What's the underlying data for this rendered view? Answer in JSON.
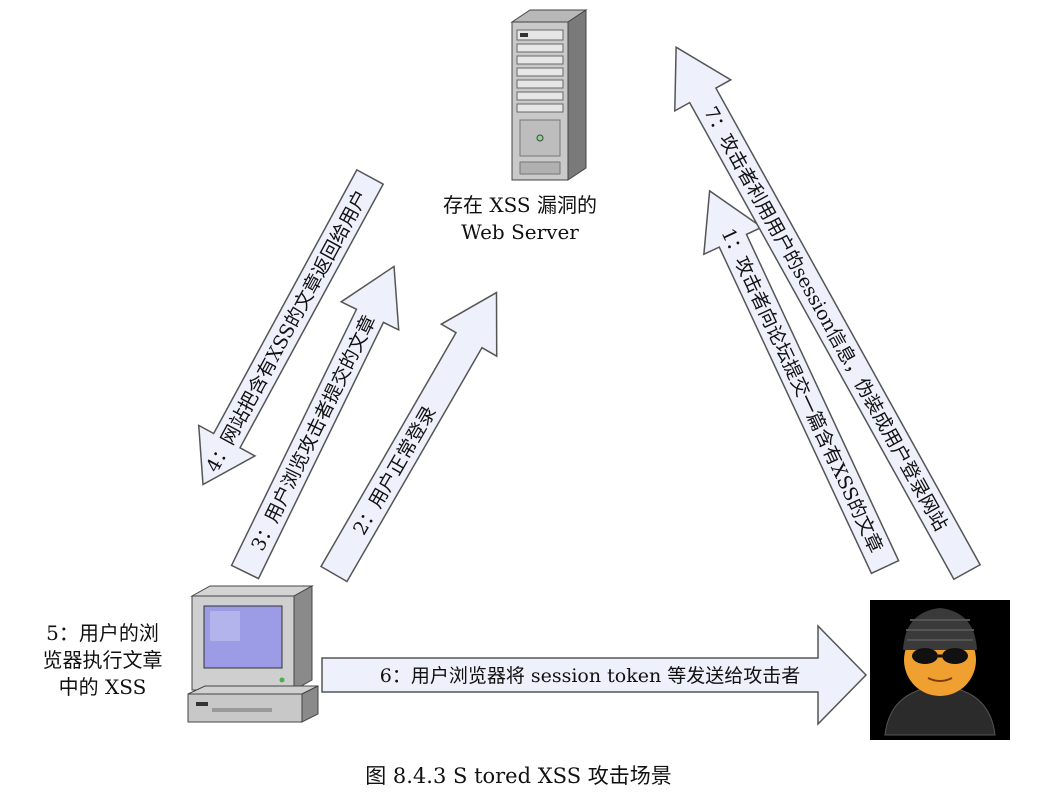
{
  "server": {
    "label_line1": "存在 XSS 漏洞的",
    "label_line2": "Web Server"
  },
  "client": {
    "label_line1": "5：用户的浏",
    "label_line2": "览器执行文章",
    "label_line3": "中的 XSS"
  },
  "steps": {
    "step1": "1：攻击者向论坛提交一篇含有XSS的文章",
    "step2": "2：用户正常登录",
    "step3": "3：用户浏览攻击者提交的文章",
    "step4": "4：网站把含有XSS的文章返回给用户",
    "step6": "6：用户浏览器将 session token 等发送给攻击者",
    "step7": "7：攻击者利用用户的session信息，伪装成用户登录网站"
  },
  "caption": "图 8.4.3  S  tored XSS 攻击场景",
  "colors": {
    "arrow_fill": "#eef0fb",
    "arrow_stroke": "#555555",
    "attacker_bg": "#000000"
  },
  "icons": [
    "server-icon",
    "computer-icon",
    "attacker-icon"
  ]
}
